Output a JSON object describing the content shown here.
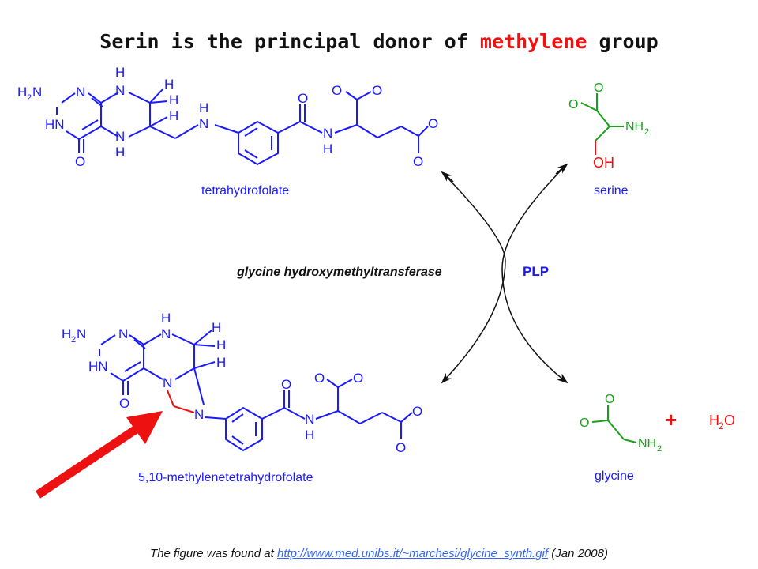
{
  "title": {
    "part1": "Serin is the principal donor of ",
    "highlight": "methylene",
    "part2": " group"
  },
  "molecules": {
    "tetrahydrofolate": "tetrahydrofolate",
    "methylene_thf": "5,10-methylenetetrahydrofolate",
    "serine": "serine",
    "glycine": "glycine"
  },
  "reaction": {
    "enzyme": "glycine hydroxymethyltransferase",
    "cofactor": "PLP",
    "plus": "+",
    "water_H": "H",
    "water_2": "2",
    "water_O": "O"
  },
  "atoms": {
    "H": "H",
    "N": "N",
    "O": "O",
    "HN": "HN",
    "H2N_H": "H",
    "sub2": "2",
    "H2N_N": "N",
    "NH2_NH": "NH",
    "OH": "OH"
  },
  "caption": {
    "prefix": "The figure was found at ",
    "link": "http://www.med.unibs.it/~marchesi/glycine_synth.gif",
    "suffix": " (Jan 2008)"
  },
  "colors": {
    "structure": "#1a1aff",
    "amino_acid": "#1aa01a",
    "highlight": "#ee1111",
    "arrow": "#ee1111"
  }
}
